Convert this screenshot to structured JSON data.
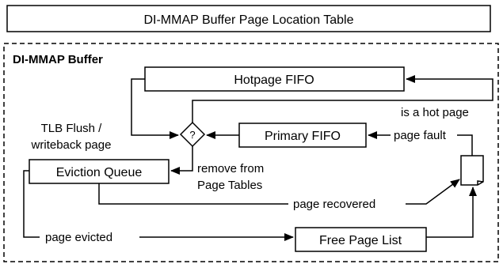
{
  "header": {
    "title": "DI-MMAP Buffer Page Location Table"
  },
  "buffer": {
    "label": "DI-MMAP Buffer",
    "hotpage_fifo": "Hotpage FIFO",
    "primary_fifo": "Primary FIFO",
    "eviction_queue": "Eviction Queue",
    "free_page_list": "Free Page List",
    "decision_symbol": "?"
  },
  "annotations": {
    "tlb_flush": "TLB Flush /",
    "writeback_page": "writeback page",
    "is_hot_page": "is a hot page",
    "page_fault": "page fault",
    "remove_from": "remove from",
    "page_tables": "Page Tables",
    "page_recovered": "page recovered",
    "page_evicted": "page evicted"
  }
}
